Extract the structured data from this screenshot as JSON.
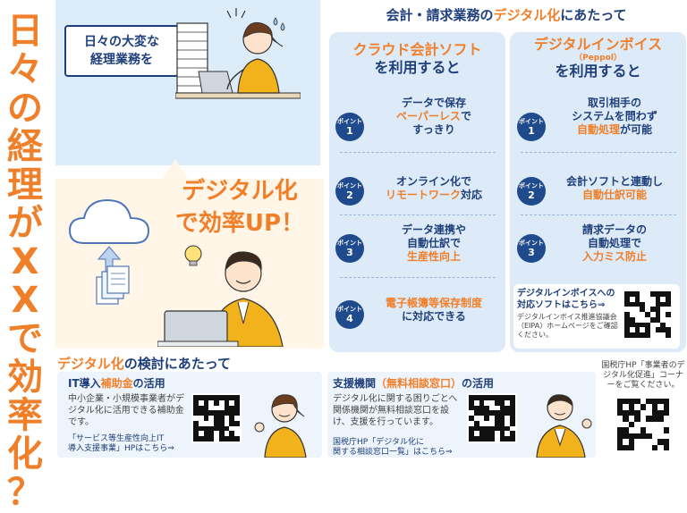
{
  "vertical_title": [
    "日",
    "々",
    "の",
    "経",
    "理",
    "が",
    "X",
    "X",
    "で",
    "効",
    "率",
    "化",
    "？"
  ],
  "bubble": {
    "line1": "日々の大変な",
    "line2": "経理業務を"
  },
  "big_text": {
    "line1": "デジタル化",
    "line2": "で効率UP！"
  },
  "header": {
    "pre": "会計・請求業務の",
    "hl": "デジタル化",
    "post": "にあたって"
  },
  "cloud_col": {
    "title1": "クラウド会計ソフト",
    "title2": "を利用すると",
    "points": [
      {
        "label": "ポイント",
        "num": "1",
        "l1": "データで保存",
        "l2": "ペーパーレス",
        "l2b": "で",
        "l3": "すっきり"
      },
      {
        "label": "ポイント",
        "num": "2",
        "l1": "オンライン化で",
        "l2": "リモートワーク",
        "l2b": "対応",
        "l3": ""
      },
      {
        "label": "ポイント",
        "num": "3",
        "l1": "データ連携や",
        "l2": "自動仕訳で",
        "l2b": "",
        "l3": "生産性向上"
      },
      {
        "label": "ポイント",
        "num": "4",
        "l1": "電子帳簿等保存制度",
        "l2": "に対応できる",
        "l2b": "",
        "l3": ""
      }
    ]
  },
  "invoice_col": {
    "title1": "デジタルインボイス",
    "sub": "（Peppol）",
    "title2": "を利用すると",
    "points": [
      {
        "label": "ポイント",
        "num": "1",
        "l1": "取引相手の",
        "l2": "システムを問わず",
        "l3": "自動処理",
        "l3b": "が可能"
      },
      {
        "label": "ポイント",
        "num": "2",
        "l1": "会計ソフトと連動し",
        "l2": "",
        "l3": "自動仕訳可能",
        "l3b": ""
      },
      {
        "label": "ポイント",
        "num": "3",
        "l1": "請求データの",
        "l2": "自動処理で",
        "l3": "入力ミス防止",
        "l3b": ""
      }
    ],
    "soft_line1": "デジタルインボイスへの",
    "soft_line2": "対応ソフトはこちら⇒",
    "note": "デジタルインボイス推進協議会（EIPA）ホームページをご確認ください。"
  },
  "section": {
    "hl": "デジタル化",
    "rest": "の検討にあたって"
  },
  "it_box": {
    "title_pre": "IT導入",
    "title_hl": "補助金",
    "title_post": "の活用",
    "desc": "中小企業・小規模事業者がデジタル化に活用できる補助金です。",
    "link1": "「サービス等生産性向上IT",
    "link2": "導入支援事業」HPはこちら⇒"
  },
  "support_box": {
    "title_pre": "支援機関",
    "title_hl": "（無料相談窓口）",
    "title_post": "の活用",
    "desc": "デジタル化に関する困りごとへ関係機関が無料相談窓口を設け、支援を行っています。",
    "link1": "国税庁HP「デジタル化に",
    "link2": "関する相談窓口一覧」はこちら⇒"
  },
  "nta_note": "国税庁HP「事業者のデジタル化促進」コーナーをご覧ください。"
}
